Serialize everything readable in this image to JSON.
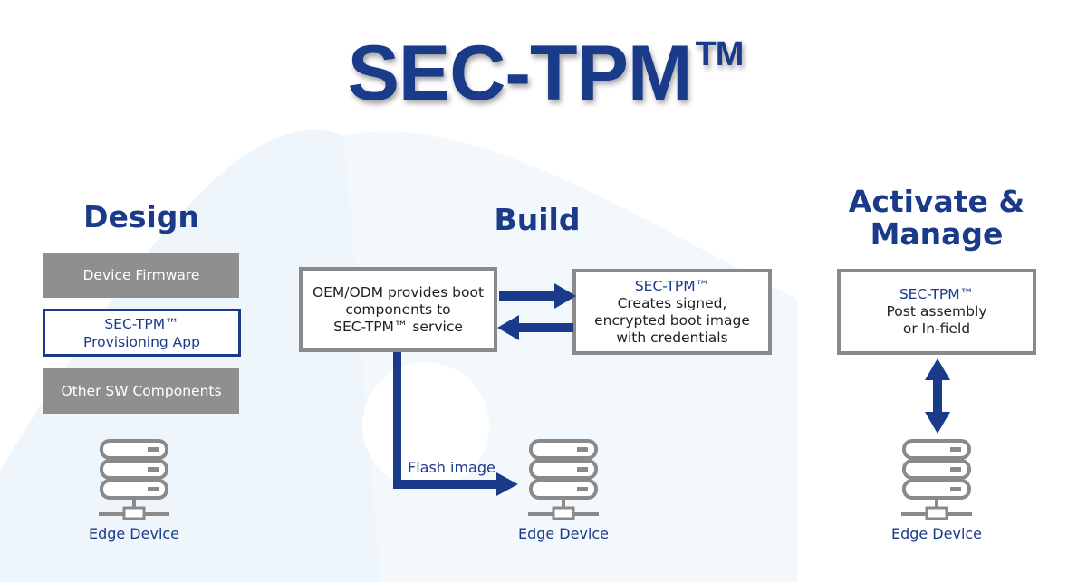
{
  "title": {
    "text": "SEC-TPM",
    "mark": "TM"
  },
  "design": {
    "heading": "Design",
    "items": [
      "Device Firmware",
      "SEC-TPM™",
      "Provisioning App",
      "Other SW Components"
    ],
    "device_label": "Edge Device"
  },
  "build": {
    "heading": "Build",
    "oem_box": [
      "OEM/ODM provides boot",
      "components to",
      "SEC-TPM™ service"
    ],
    "service_box": {
      "title": "SEC-TPM™",
      "lines": [
        "Creates signed,",
        "encrypted boot image",
        "with credentials"
      ]
    },
    "flash_label": "Flash image",
    "device_label": "Edge Device"
  },
  "activate": {
    "heading_line1": "Activate &",
    "heading_line2": "Manage",
    "box": {
      "title": "SEC-TPM™",
      "lines": [
        "Post assembly",
        "or In-field"
      ]
    },
    "device_label": "Edge Device"
  },
  "colors": {
    "brand_blue": "#1a3a8a",
    "gray": "#8f8f8f",
    "box_border": "#8a8a8a",
    "bg_tint": "#eef5fb"
  }
}
